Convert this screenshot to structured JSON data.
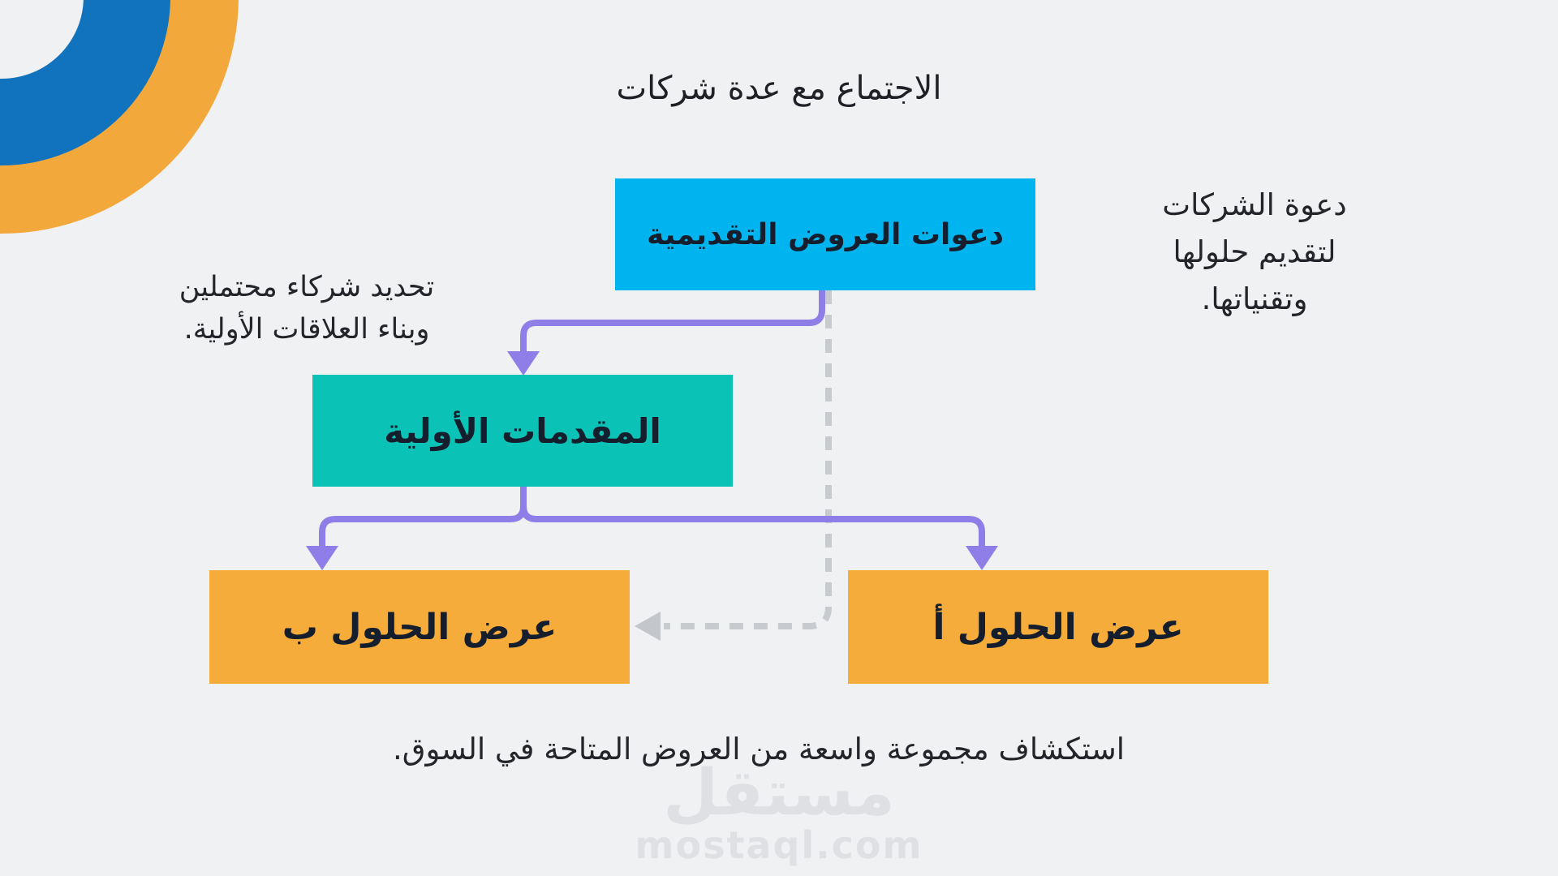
{
  "page": {
    "background_color": "#F0F1F3",
    "text_color": "#1f2126"
  },
  "title": "الاجتماع مع عدة شركات",
  "decoration": {
    "outer_ring_color": "#F3A83C",
    "inner_ring_color": "#1173BD"
  },
  "flowchart": {
    "nodes": [
      {
        "id": "invitations",
        "label": "دعوات العروض التقديمية",
        "color": "#00B5EF"
      },
      {
        "id": "introductions",
        "label": "المقدمات الأولية",
        "color": "#0BC2B6"
      },
      {
        "id": "solutions_b",
        "label": "عرض الحلول ب",
        "color": "#F5AC3B"
      },
      {
        "id": "solutions_a",
        "label": "عرض الحلول أ",
        "color": "#F5AC3B"
      }
    ],
    "connectors": {
      "solid_color": "#8F7EE7",
      "dashed_color": "#C7CACF",
      "edges": [
        {
          "from": "invitations",
          "to": "introductions",
          "style": "solid"
        },
        {
          "from": "introductions",
          "to": "solutions_b",
          "style": "solid"
        },
        {
          "from": "introductions",
          "to": "solutions_a",
          "style": "solid"
        },
        {
          "from": "invitations",
          "to": "solutions_b",
          "style": "dashed"
        }
      ]
    }
  },
  "notes": {
    "right": {
      "lines": [
        "دعوة الشركات",
        "لتقديم حلولها",
        "وتقنياتها."
      ]
    },
    "left": {
      "lines": [
        "تحديد شركاء محتملين",
        "وبناء العلاقات الأولية."
      ]
    },
    "bottom": "استكشاف مجموعة واسعة من العروض المتاحة في السوق."
  },
  "watermark": {
    "logo": "مستقل",
    "domain": "mostaql.com"
  }
}
